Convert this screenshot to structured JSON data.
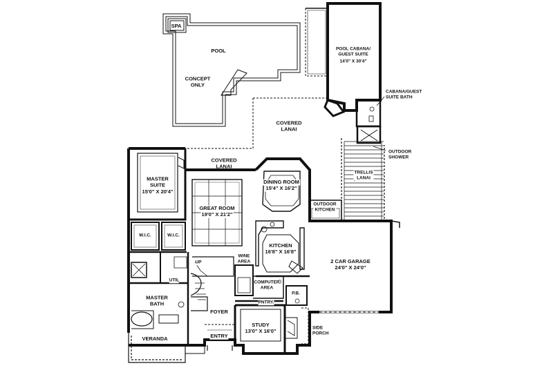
{
  "rooms": {
    "spa": "SPA",
    "pool": "POOL",
    "concept": "CONCEPT\nONLY",
    "pool_cabana": "POOL CABANA/\nGUEST SUITE",
    "pool_cabana_dim": "14'0\" X 30'4\"",
    "cabana_bath": "CABANA/GUEST\nSUITE BATH",
    "covered_lanai_main": "COVERED\nLANAI",
    "covered_lanai_left": "COVERED\nLANAI",
    "outdoor_shower": "OUTDOOR\nSHOWER",
    "trellis_lanai": "TRELLIS\nLANAI",
    "master_suite": "MASTER\nSUITE",
    "master_suite_dim": "15'0\" X 20'4\"",
    "dining_room": "DINING ROOM",
    "dining_room_dim": "15'4\" X 16'2\"",
    "great_room": "GREAT ROOM",
    "great_room_dim": "19'0\" X 21'2\"",
    "outdoor_kitchen": "OUTDOOR\nKITCHEN",
    "wic_left": "W.I.C.",
    "wic_right": "W.I.C.",
    "kitchen": "KITCHEN",
    "kitchen_dim": "16'8\" X 16'8\"",
    "garage": "2 CAR GARAGE",
    "garage_dim": "24'0\" X 24'0\"",
    "wine_area": "WINE\nAREA",
    "up": "UP",
    "util": "UTIL",
    "computer_area": "COMPUTER\nAREA",
    "master_bath": "MASTER\nBATH",
    "pb": "P.B.",
    "foyer": "FOYER",
    "pntry": "PNTRY.",
    "study": "STUDY",
    "study_dim": "13'0\" X 16'0\"",
    "side_porch": "SIDE\nPORCH",
    "veranda": "VERANDA",
    "entry": "ENTRY"
  }
}
